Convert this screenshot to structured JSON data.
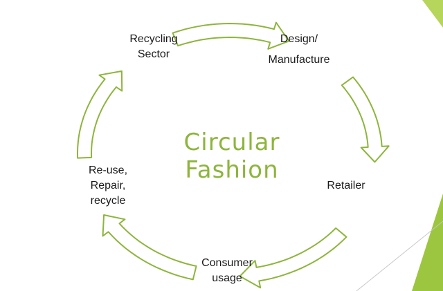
{
  "diagram": {
    "center": {
      "line1": "Circular",
      "line2": "Fashion"
    },
    "nodes": {
      "recycling": {
        "line1": "Recycling",
        "line2": "Sector"
      },
      "design": {
        "line1": "Design/",
        "line2": "Manufacture"
      },
      "retailer": {
        "line1": "Retailer"
      },
      "consumer": {
        "line1": "Consumer",
        "line2": "usage"
      },
      "reuse": {
        "line1": "Re-use,",
        "line2": "Repair,",
        "line3": "recycle"
      }
    },
    "arrows": [
      "recycling-to-design",
      "design-to-retailer",
      "retailer-to-consumer",
      "consumer-to-reuse",
      "reuse-to-recycling"
    ]
  },
  "colors": {
    "accent": "#8db53c",
    "text": "#1a1a1a",
    "arrow_fill": "#ffffff",
    "decor": "#a8cf4a"
  }
}
